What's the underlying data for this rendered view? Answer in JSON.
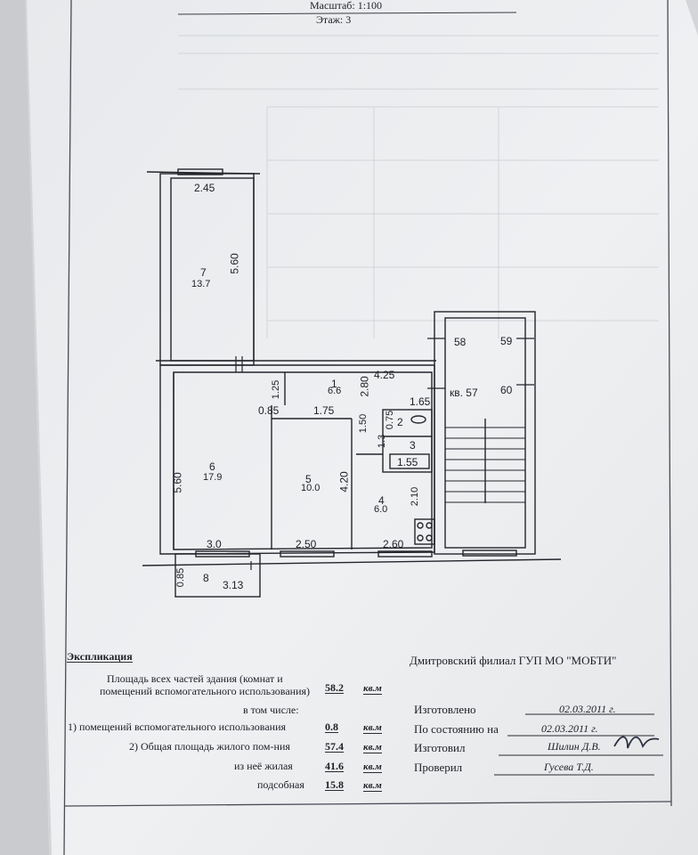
{
  "header": {
    "scale": "Масштаб: 1:100",
    "floor": "Этаж: 3"
  },
  "plan": {
    "rooms": [
      {
        "num": "7",
        "area": "13.7"
      },
      {
        "num": "1",
        "area": "6.6"
      },
      {
        "num": "6",
        "area": "17.9"
      },
      {
        "num": "5",
        "area": "10.0"
      },
      {
        "num": "4",
        "area": "6.0"
      },
      {
        "num": "2",
        "area": ""
      },
      {
        "num": "3",
        "area": ""
      },
      {
        "num": "8",
        "area": ""
      }
    ],
    "dims": [
      "2.45",
      "5.60",
      "4.25",
      "1.25",
      "2.80",
      "1.65",
      "0.85",
      "1.75",
      "1.50",
      "0.75",
      "1.3",
      "1.55",
      "5.60",
      "4.20",
      "2.10",
      "3.0",
      "2.50",
      "2.60",
      "0.85",
      "3.13"
    ],
    "neighbors": [
      "58",
      "59",
      "кв. 57",
      "60"
    ]
  },
  "explication": {
    "title": "Экспликация",
    "rows": [
      {
        "label_line1": "Площадь всех частей здания (комнат и",
        "label_line2": "помещений вспомогательного использования)",
        "value": "58.2",
        "unit": "кв.м"
      },
      {
        "label": "в том числе:"
      },
      {
        "label": "1) помещений вспомогательного использования",
        "value": "0.8",
        "unit": "кв.м"
      },
      {
        "label": "2) Общая площадь жилого пом-ния",
        "value": "57.4",
        "unit": "кв.м"
      },
      {
        "label": "из неё жилая",
        "value": "41.6",
        "unit": "кв.м"
      },
      {
        "label": "подсобная",
        "value": "15.8",
        "unit": "кв.м"
      }
    ]
  },
  "org": {
    "name": "Дмитровский филиал ГУП МО \"МОБТИ\"",
    "made_label": "Изготовлено",
    "made_date": "02.03.2011 г.",
    "state_label": "По состоянию на",
    "state_date": "02.03.2011 г.",
    "maker_label": "Изготовил",
    "maker_name": "Шилин Д.В.",
    "checker_label": "Проверил",
    "checker_name": "Гусева Т.Д."
  }
}
